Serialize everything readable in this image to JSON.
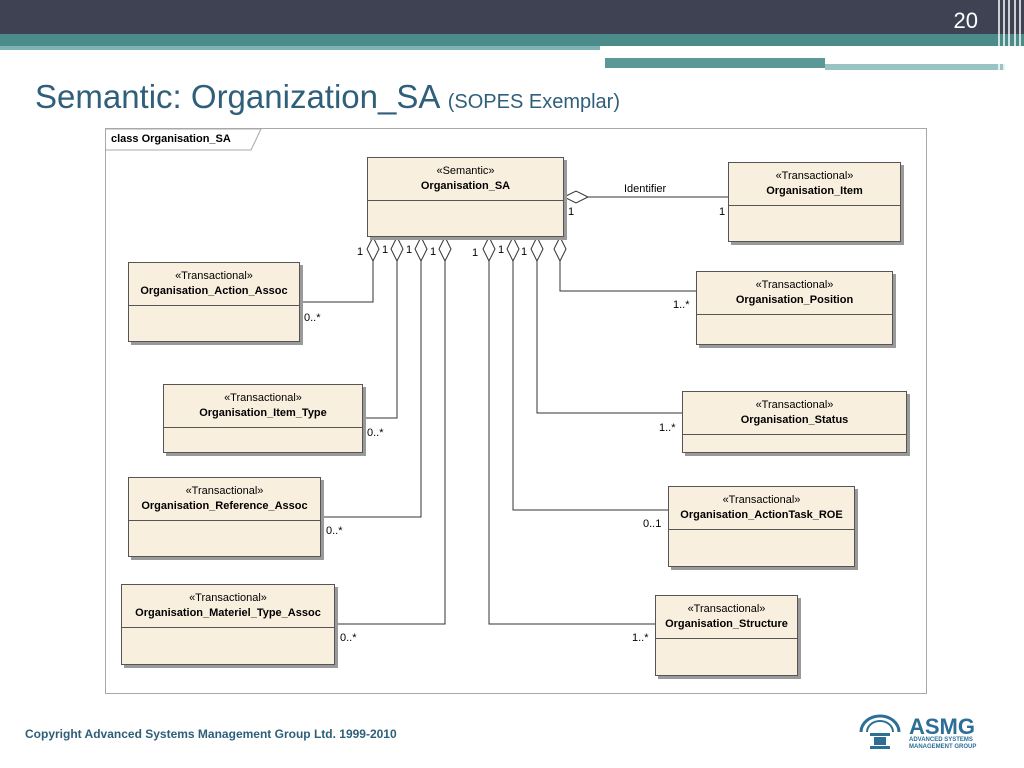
{
  "slide": {
    "number": "20",
    "title_main": "Semantic: Organization_SA",
    "title_sub": "(SOPES Exemplar)",
    "footer": "Copyright Advanced Systems Management Group Ltd. 1999-2010",
    "logo": {
      "text": "ASMG",
      "tagline": "ADVANCED SYSTEMS MANAGEMENT GROUP"
    }
  },
  "diagram": {
    "frame_label": "class Organisation_SA",
    "classes": {
      "organisation_sa": {
        "stereotype": "«Semantic»",
        "name": "Organisation_SA"
      },
      "organisation_item": {
        "stereotype": "«Transactional»",
        "name": "Organisation_Item"
      },
      "organisation_action_assoc": {
        "stereotype": "«Transactional»",
        "name": "Organisation_Action_Assoc"
      },
      "organisation_position": {
        "stereotype": "«Transactional»",
        "name": "Organisation_Position"
      },
      "organisation_item_type": {
        "stereotype": "«Transactional»",
        "name": "Organisation_Item_Type"
      },
      "organisation_status": {
        "stereotype": "«Transactional»",
        "name": "Organisation_Status"
      },
      "organisation_reference_assoc": {
        "stereotype": "«Transactional»",
        "name": "Organisation_Reference_Assoc"
      },
      "organisation_actiontask_roe": {
        "stereotype": "«Transactional»",
        "name": "Organisation_ActionTask_ROE"
      },
      "organisation_materiel_type_assoc": {
        "stereotype": "«Transactional»",
        "name": "Organisation_Materiel_Type_Assoc"
      },
      "organisation_structure": {
        "stereotype": "«Transactional»",
        "name": "Organisation_Structure"
      }
    },
    "association_labels": {
      "identifier": "Identifier",
      "m_sa_item": "1",
      "m_item": "1",
      "m1": "1",
      "m2": "1",
      "m3": "1",
      "m4": "1",
      "m5": "1",
      "m6": "1",
      "m7": "1",
      "action_assoc": "0..*",
      "position": "1..*",
      "item_type": "0..*",
      "status": "1..*",
      "reference_assoc": "0..*",
      "actiontask_roe": "0..1",
      "materiel_type_assoc": "0..*",
      "structure": "1..*"
    }
  }
}
